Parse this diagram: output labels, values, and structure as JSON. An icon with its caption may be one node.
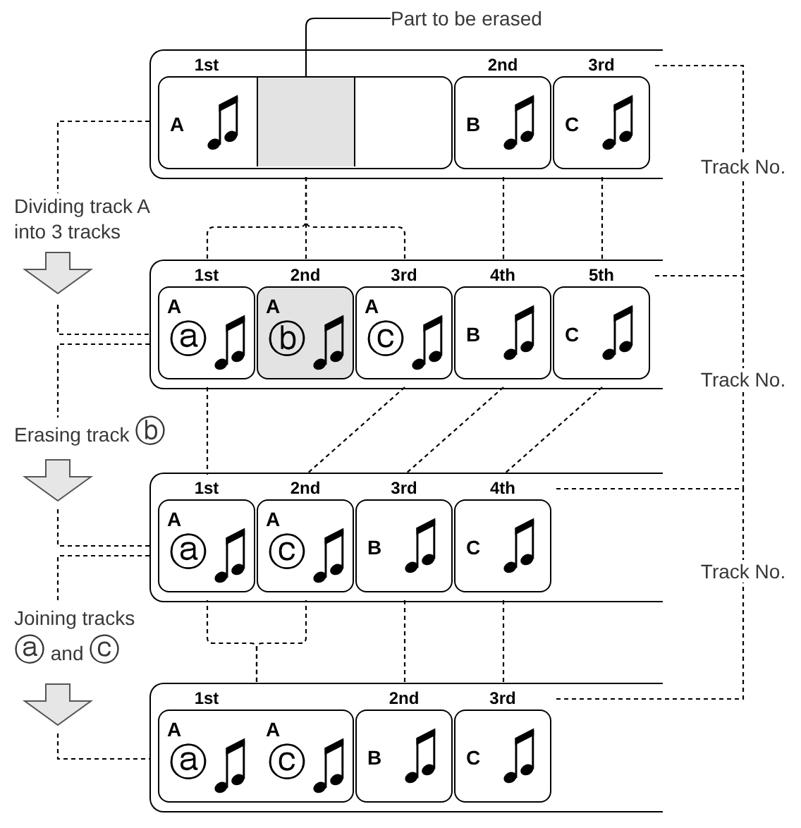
{
  "diagram": {
    "nodes": [
      {
        "text": [
          "Part to be erased"
        ]
      },
      {
        "text": [],
        "shape": "box"
      },
      {
        "text": [
          "1st",
          "A"
        ],
        "in": 1
      },
      {
        "text": [],
        "shape": "box",
        "in": 2
      },
      {
        "text": [
          "2nd",
          "B"
        ],
        "in": 1
      },
      {
        "text": [
          "3rd",
          "C"
        ],
        "in": 1
      },
      {
        "text": [
          "Track No."
        ]
      },
      {
        "text": [
          "Dividing track A into 3 tracks"
        ]
      },
      {
        "text": [],
        "shape": "box"
      },
      {
        "text": [
          "1st",
          "A",
          "ⓐ"
        ],
        "in": 8
      },
      {
        "text": [
          "2nd",
          "A",
          "ⓑ"
        ],
        "in": 8
      },
      {
        "text": [
          "3rd",
          "A",
          "ⓒ"
        ],
        "in": 8
      },
      {
        "text": [
          "4th",
          "B"
        ],
        "in": 8
      },
      {
        "text": [
          "5th",
          "C"
        ],
        "in": 8
      },
      {
        "text": [
          "Track No."
        ]
      },
      {
        "text": [
          "Erasing track ⓑ"
        ]
      },
      {
        "text": [],
        "shape": "box"
      },
      {
        "text": [
          "1st",
          "A",
          "ⓐ"
        ],
        "in": 16
      },
      {
        "text": [
          "2nd",
          "A",
          "ⓒ"
        ],
        "in": 16
      },
      {
        "text": [
          "3rd",
          "B"
        ],
        "in": 16
      },
      {
        "text": [
          "4th",
          "C"
        ],
        "in": 16
      },
      {
        "text": [
          "Track No."
        ]
      },
      {
        "text": [
          "Joining tracks ⓐ and ⓒ"
        ]
      },
      {
        "text": [],
        "shape": "box"
      },
      {
        "text": [
          "1st",
          "A",
          "ⓐ",
          "A",
          "ⓒ"
        ],
        "in": 23
      },
      {
        "text": [
          "2nd",
          "B"
        ],
        "in": 23
      },
      {
        "text": [
          "3rd",
          "C"
        ],
        "in": 23
      }
    ],
    "edges": [
      {
        "from": 0,
        "to": 3,
        "arrow": "none"
      },
      {
        "from": 1,
        "to": 7,
        "arrow": "none",
        "style": "dashed"
      },
      {
        "from": 7,
        "to": null,
        "arrow": "to"
      },
      {
        "from": null,
        "to": 8,
        "arrow": "none",
        "style": "dashed"
      },
      {
        "from": 2,
        "to": 9,
        "arrow": "none",
        "style": "dashed"
      },
      {
        "from": 2,
        "to": 10,
        "arrow": "none",
        "style": "dashed"
      },
      {
        "from": 2,
        "to": 11,
        "arrow": "none",
        "style": "dashed"
      },
      {
        "from": 4,
        "to": 12,
        "arrow": "none",
        "style": "dashed"
      },
      {
        "from": 5,
        "to": 13,
        "arrow": "none",
        "style": "dashed"
      },
      {
        "from": 6,
        "to": 5,
        "arrow": "none",
        "style": "dashed"
      },
      {
        "from": 6,
        "to": 13,
        "arrow": "none",
        "style": "dashed"
      },
      {
        "from": 8,
        "to": 15,
        "arrow": "none",
        "style": "dashed"
      },
      {
        "from": 15,
        "to": null,
        "arrow": "to"
      },
      {
        "from": null,
        "to": 16,
        "arrow": "none",
        "style": "dashed"
      },
      {
        "from": 9,
        "to": 17,
        "arrow": "none",
        "style": "dashed"
      },
      {
        "from": 11,
        "to": 18,
        "arrow": "none",
        "style": "dashed"
      },
      {
        "from": 12,
        "to": 19,
        "arrow": "none",
        "style": "dashed"
      },
      {
        "from": 13,
        "to": 20,
        "arrow": "none",
        "style": "dashed"
      },
      {
        "from": 14,
        "to": 13,
        "arrow": "none",
        "style": "dashed"
      },
      {
        "from": 14,
        "to": 20,
        "arrow": "none",
        "style": "dashed"
      },
      {
        "from": 16,
        "to": 22,
        "arrow": "none",
        "style": "dashed"
      },
      {
        "from": 22,
        "to": null,
        "arrow": "to"
      },
      {
        "from": null,
        "to": 23,
        "arrow": "none",
        "style": "dashed"
      },
      {
        "from": 17,
        "to": 24,
        "arrow": "none",
        "style": "dashed"
      },
      {
        "from": 18,
        "to": 24,
        "arrow": "none",
        "style": "dashed"
      },
      {
        "from": 19,
        "to": 25,
        "arrow": "none",
        "style": "dashed"
      },
      {
        "from": 20,
        "to": 26,
        "arrow": "none",
        "style": "dashed"
      },
      {
        "from": 21,
        "to": 20,
        "arrow": "none",
        "style": "dashed"
      },
      {
        "from": 21,
        "to": 26,
        "arrow": "none",
        "style": "dashed"
      }
    ]
  }
}
